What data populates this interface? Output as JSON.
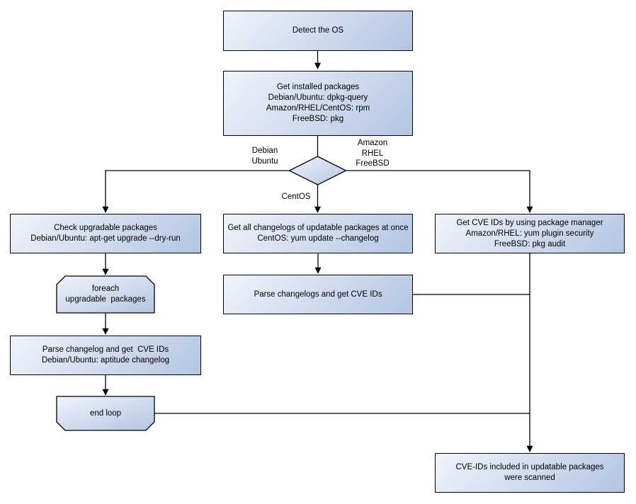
{
  "flowchart": {
    "nodes": {
      "detect_os": "Detect the OS",
      "get_installed_packages": "Get installed packages\nDebian/Ubuntu: dpkg-query\nAmazon/RHEL/CentOS: rpm\nFreeBSD: pkg",
      "check_upgradable_packages": "Check upgradable packages\nDebian/Ubuntu: apt-get upgrade --dry-run",
      "foreach_loop_start": "foreach\nupgradable  packages",
      "parse_changelog_debian": "Parse changelog and get  CVE IDs\nDebian/Ubuntu: aptitude changelog",
      "end_loop": "end loop",
      "get_all_changelogs": "Get all changelogs of updatable packages at once\nCentOS: yum update --changelog",
      "parse_changelogs_centos": "Parse changelogs and get CVE IDs",
      "get_cve_ids_pkg_manager": "Get CVE IDs by using package manager\nAmazon/RHEL: yum plugin security\nFreeBSD: pkg audit",
      "result_scanned": "CVE-IDs included in updatable packages\nwere scanned"
    },
    "edge_labels": {
      "debian_ubuntu": "Debian\nUbuntu",
      "amazon_rhel_freebsd": "Amazon\nRHEL\nFreeBSD",
      "centos": "CentOS"
    },
    "colors": {
      "node_fill_light": "#f0f4fb",
      "node_fill_dark": "#b3c5e2",
      "node_border": "#000000",
      "background": "#ffffff"
    }
  }
}
